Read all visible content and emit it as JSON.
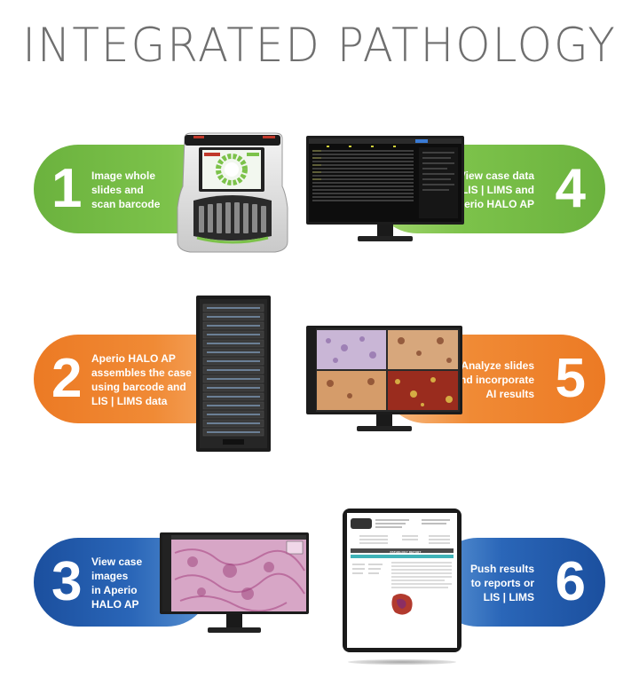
{
  "title": "INTEGRATED PATHOLOGY",
  "steps": [
    {
      "number": "1",
      "text_lines": [
        "Image whole",
        "slides and",
        "scan barcode"
      ]
    },
    {
      "number": "2",
      "text_lines": [
        "Aperio HALO AP",
        "assembles the case",
        "using barcode and",
        "LIS | LIMS data"
      ]
    },
    {
      "number": "3",
      "text_lines": [
        "View case",
        "images",
        "in Aperio",
        "HALO AP"
      ]
    },
    {
      "number": "4",
      "text_lines": [
        "View case data",
        "in LIS | LIMS and",
        "Aperio HALO AP"
      ]
    },
    {
      "number": "5",
      "text_lines": [
        "Analyze slides",
        "and incorporate",
        "AI results"
      ]
    },
    {
      "number": "6",
      "text_lines": [
        "Push results",
        "to reports or",
        "LIS | LIMS"
      ]
    }
  ],
  "report": {
    "header": "PATHOLOGY REPORT"
  },
  "colors": {
    "green": "#7cc24a",
    "orange": "#f08a35",
    "blue": "#2a66b8",
    "title_gray": "#6f6f6f"
  },
  "icons": [
    "slide-scanner-icon",
    "server-rack-icon",
    "monitor-data-table-icon",
    "monitor-analysis-icon",
    "monitor-slide-viewer-icon",
    "tablet-report-icon"
  ]
}
